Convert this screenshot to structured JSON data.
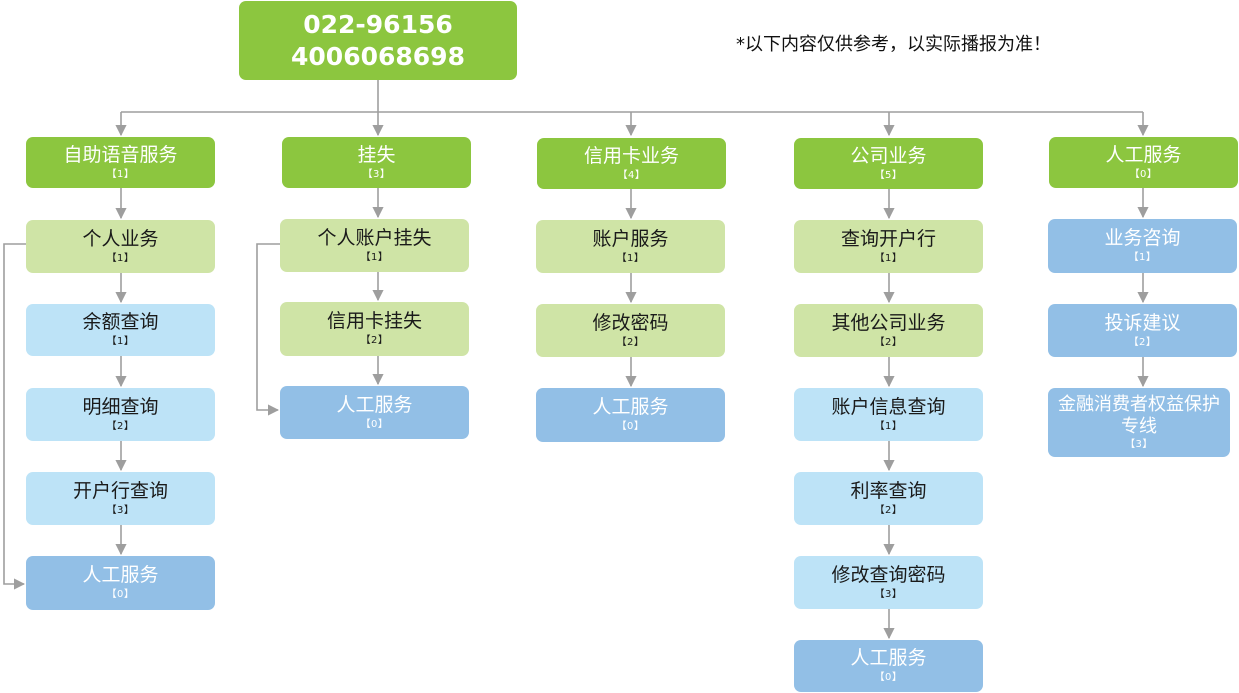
{
  "hotline": {
    "line1": "022-96156",
    "line2": "4006068698"
  },
  "note": "*以下内容仅供参考，以实际播报为准！",
  "colors": {
    "green": "#8cc63f",
    "light_green": "#cfe4a6",
    "light_blue": "#bde3f7",
    "blue": "#92bfe6",
    "connector": "#9e9e9e"
  },
  "columns": [
    {
      "category": {
        "label": "自助语音服务",
        "key": "【1】"
      },
      "items": [
        {
          "label": "个人业务",
          "key": "【1】"
        },
        {
          "label": "余额查询",
          "key": "【1】"
        },
        {
          "label": "明细查询",
          "key": "【2】"
        },
        {
          "label": "开户行查询",
          "key": "【3】"
        },
        {
          "label": "人工服务",
          "key": "【0】"
        }
      ]
    },
    {
      "category": {
        "label": "挂失",
        "key": "【3】"
      },
      "items": [
        {
          "label": "个人账户挂失",
          "key": "【1】"
        },
        {
          "label": "信用卡挂失",
          "key": "【2】"
        },
        {
          "label": "人工服务",
          "key": "【0】"
        }
      ]
    },
    {
      "category": {
        "label": "信用卡业务",
        "key": "【4】"
      },
      "items": [
        {
          "label": "账户服务",
          "key": "【1】"
        },
        {
          "label": "修改密码",
          "key": "【2】"
        },
        {
          "label": "人工服务",
          "key": "【0】"
        }
      ]
    },
    {
      "category": {
        "label": "公司业务",
        "key": "【5】"
      },
      "items": [
        {
          "label": "查询开户行",
          "key": "【1】"
        },
        {
          "label": "其他公司业务",
          "key": "【2】"
        },
        {
          "label": "账户信息查询",
          "key": "【1】"
        },
        {
          "label": "利率查询",
          "key": "【2】"
        },
        {
          "label": "修改查询密码",
          "key": "【3】"
        },
        {
          "label": "人工服务",
          "key": "【0】"
        }
      ]
    },
    {
      "category": {
        "label": "人工服务",
        "key": "【0】"
      },
      "items": [
        {
          "label": "业务咨询",
          "key": "【1】"
        },
        {
          "label": "投诉建议",
          "key": "【2】"
        },
        {
          "label": "金融消费者权益保护专线",
          "key": "【3】"
        }
      ]
    }
  ]
}
